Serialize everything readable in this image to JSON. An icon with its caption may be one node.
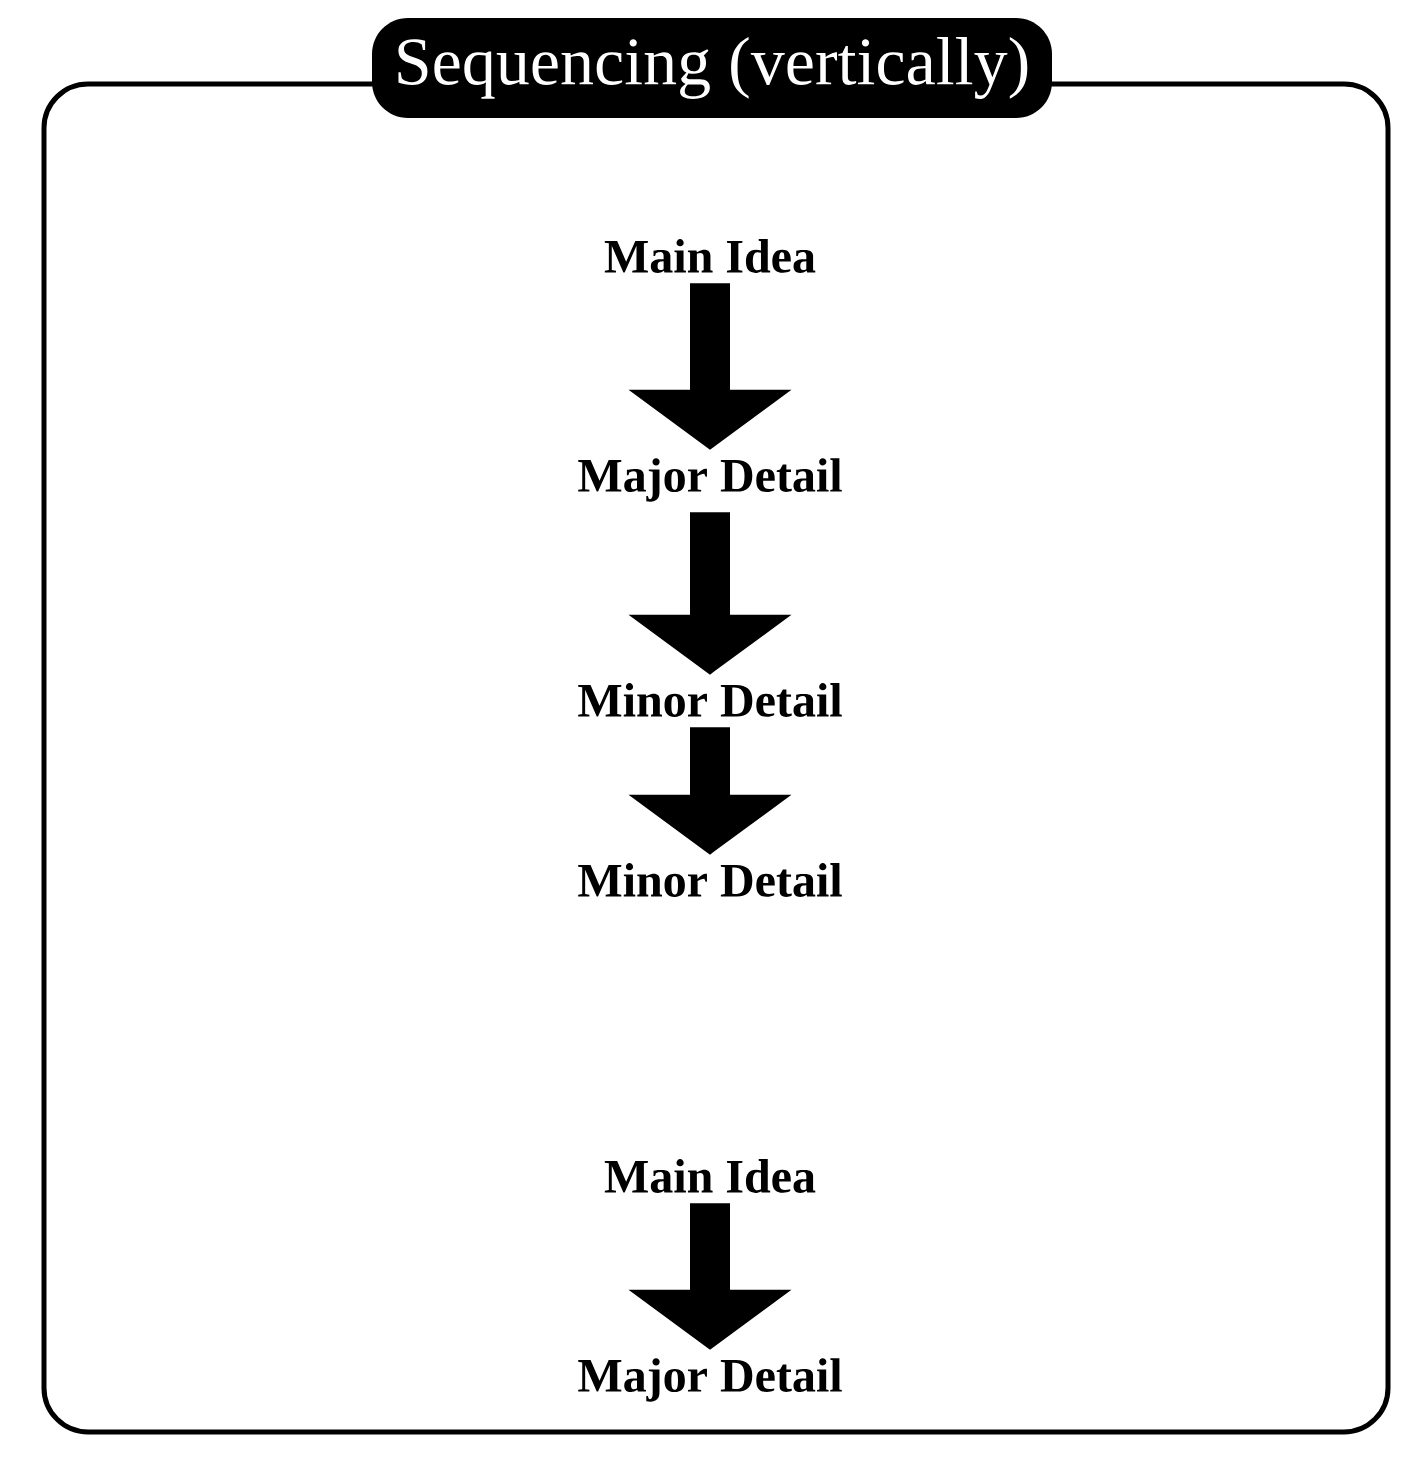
{
  "diagram": {
    "title": "Sequencing (vertically)",
    "nodes": [
      {
        "text": [
          "Main Idea"
        ]
      },
      {
        "text": [
          "Major Detail"
        ]
      },
      {
        "text": [
          "Minor Detail"
        ]
      },
      {
        "text": [
          "Minor Detail"
        ]
      },
      {
        "text": [
          "Main Idea"
        ]
      },
      {
        "text": [
          "Major Detail"
        ]
      }
    ],
    "edges": [
      {
        "from": 0,
        "to": 1,
        "arrow": "to"
      },
      {
        "from": 1,
        "to": 2,
        "arrow": "to"
      },
      {
        "from": 2,
        "to": 3,
        "arrow": "to"
      },
      {
        "from": 4,
        "to": 5,
        "arrow": "to"
      }
    ]
  }
}
